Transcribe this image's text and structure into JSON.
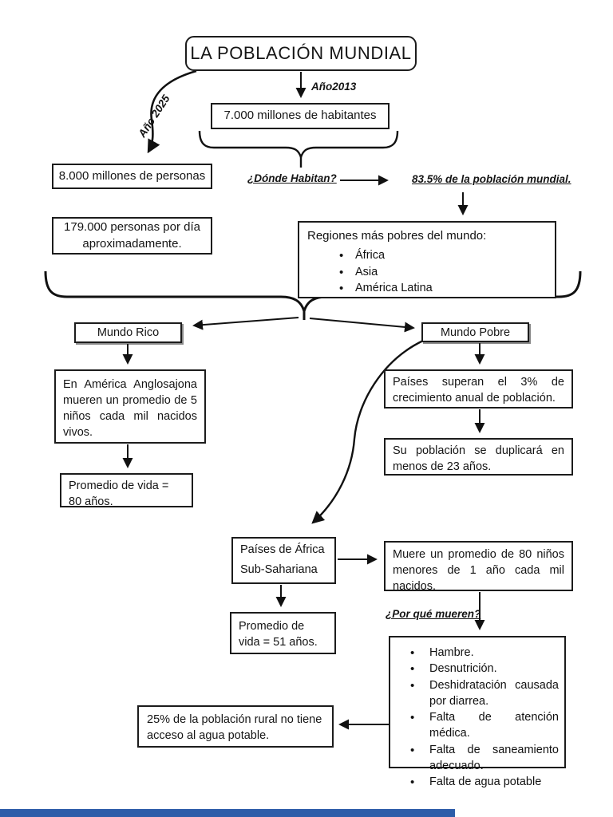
{
  "title": "LA POBLACIÓN MUNDIAL",
  "top": {
    "year_2013_label": "Año2013",
    "population_2013": "7.000 millones de habitantes",
    "year_2025_label": "Año 2025",
    "population_2025": "8.000 millones de personas",
    "daily_growth": "179.000 personas por día aproximadamente.",
    "where_question": "¿Dónde Habitan?",
    "where_answer": "83.5% de la población mundial."
  },
  "regions": {
    "title": "Regiones más pobres del mundo:",
    "items": [
      "África",
      "Asia",
      "América Latina"
    ]
  },
  "rich_world": {
    "label": "Mundo Rico",
    "infant_mortality": "En América Anglosajona mueren un promedio de 5 niños cada mil nacidos vivos.",
    "life_expectancy": "Promedio de vida = 80 años."
  },
  "poor_world": {
    "label": "Mundo Pobre",
    "growth": "Países superan el 3% de crecimiento anual de población.",
    "doubling": "Su población se duplicará en menos de 23 años."
  },
  "subsahara": {
    "label_line1": "Países de África",
    "label_line2": "Sub-Sahariana",
    "infant_mortality": "Muere un promedio de 80 niños menores de 1 año cada mil nacidos.",
    "why_question": "¿Por qué mueren?",
    "life_expectancy": "Promedio de vida = 51 años.",
    "causes": [
      "Hambre.",
      "Desnutrición.",
      "Deshidratación causada por diarrea.",
      "Falta de atención médica.",
      "Falta de saneamiento adecuado.",
      "Falta de agua potable"
    ],
    "rural_water": "25% de la población rural no tiene acceso al agua potable."
  },
  "colors": {
    "ink": "#1c1c1c",
    "accent_bar": "#2d5da9"
  }
}
